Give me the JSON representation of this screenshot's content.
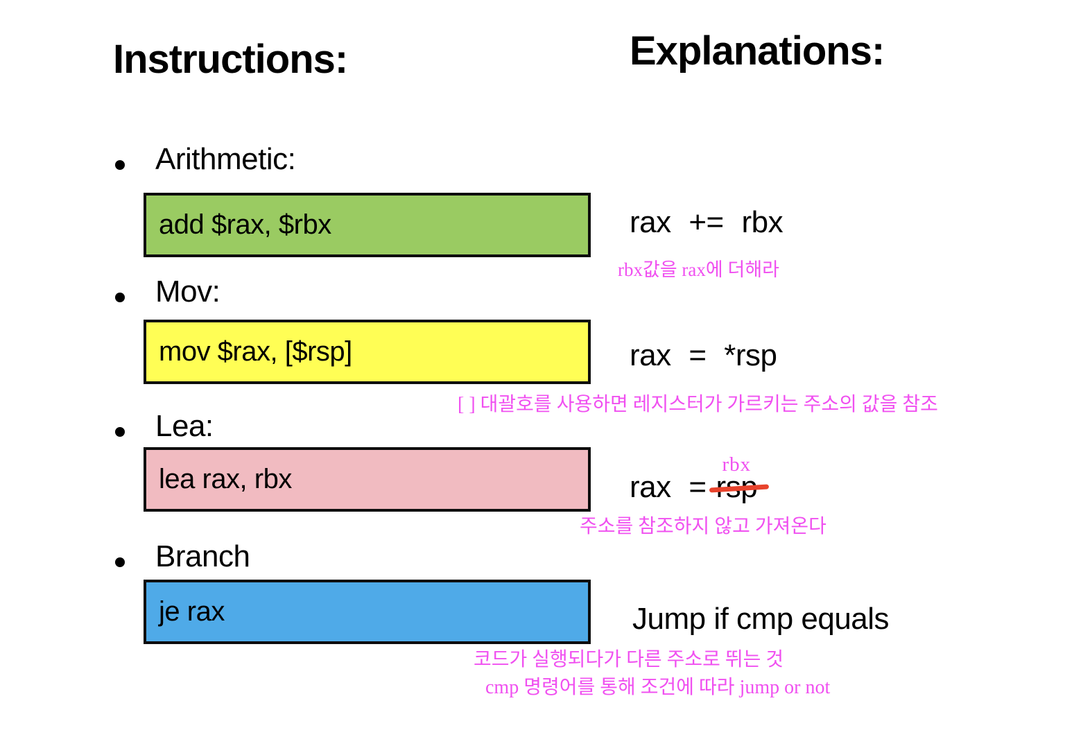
{
  "slide": {
    "title_left": "Instructions:",
    "title_right": "Explanations:"
  },
  "colors": {
    "box_green": "#9ACB62",
    "box_yellow": "#FFFE55",
    "box_pink": "#F1BBC1",
    "box_blue": "#4FAAE8",
    "annotation_magenta": "#F050F0",
    "strike_red": "#E8432C",
    "box_border": "#0D0D0D"
  },
  "sections": [
    {
      "label": "Arithmetic:",
      "code": "add $rax, $rbx",
      "explanation": "rax += rbx",
      "annotation": "rbx값을 rax에 더해라"
    },
    {
      "label": "Mov:",
      "code": "mov $rax, [$rsp]",
      "explanation": "rax = *rsp",
      "annotation": "[ ] 대괄호를 사용하면 레지스터가 가르키는 주소의 값을 참조"
    },
    {
      "label": "Lea:",
      "code": "lea rax, rbx",
      "explanation_prefix": "rax =",
      "strike_text": "rsp",
      "replacement_text": "rbx",
      "annotation": "주소를 참조하지 않고 가져온다"
    },
    {
      "label": "Branch",
      "code": "je rax",
      "explanation": "Jump if cmp equals",
      "annotation_line1": "코드가 실행되다가 다른 주소로 뛰는 것",
      "annotation_line2": "cmp 명령어를 통해 조건에 따라 jump or not"
    }
  ]
}
